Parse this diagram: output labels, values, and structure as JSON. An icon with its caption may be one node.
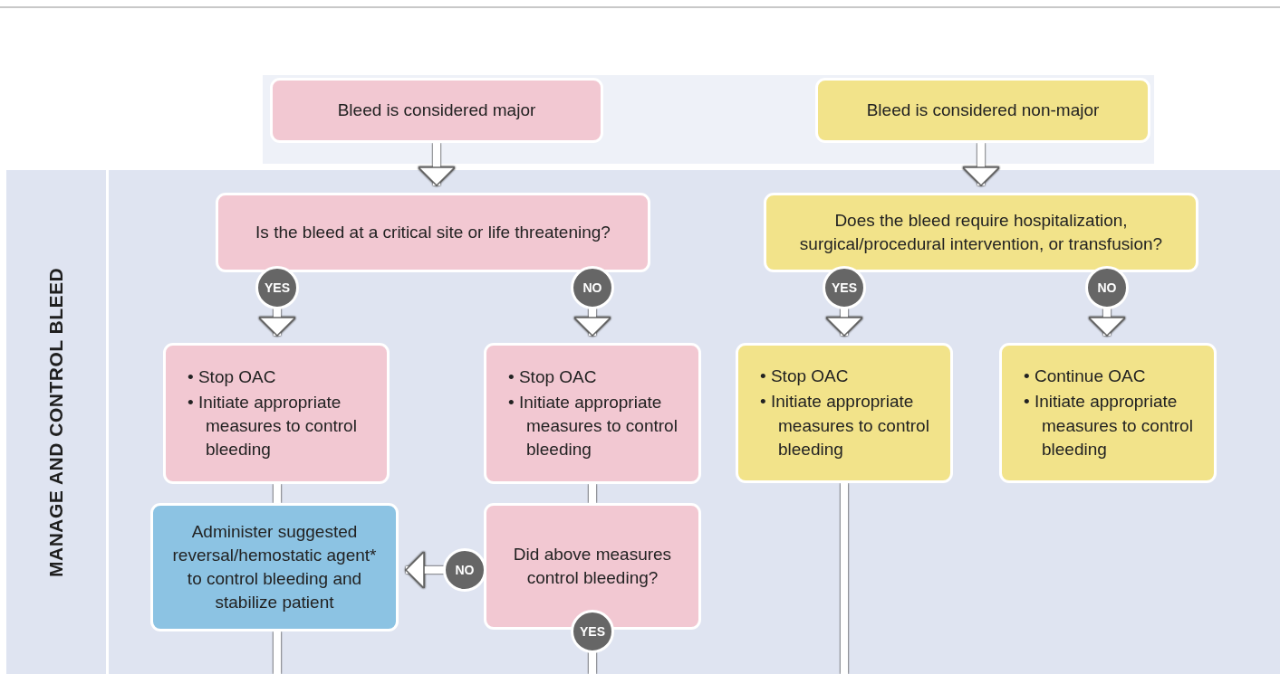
{
  "diagram": {
    "nodes": [
      {
        "text": [
          "Bleed is considered major"
        ]
      },
      {
        "text": [
          "Bleed is considered non-major"
        ]
      },
      {
        "text": [
          "MANAGE AND CONTROL BLEED"
        ]
      },
      {
        "text": [
          "Is the bleed at a critical site or life threatening?"
        ]
      },
      {
        "text": [
          "Does the bleed require hospitalization, surgical/procedural intervention, or transfusion?"
        ]
      },
      {
        "text": [
          "• Stop OAC",
          "• Initiate appropriate measures to control bleeding"
        ]
      },
      {
        "text": [
          "• Stop OAC",
          "• Initiate appropriate measures to control bleeding"
        ]
      },
      {
        "text": [
          "• Stop OAC",
          "• Initiate appropriate measures to control bleeding"
        ]
      },
      {
        "text": [
          "• Continue OAC",
          "• Initiate appropriate measures to control bleeding"
        ]
      },
      {
        "text": [
          "Administer suggested reversal/hemostatic agent* to control bleeding and stabilize patient"
        ]
      },
      {
        "text": [
          "Did above measures control bleeding?"
        ]
      }
    ],
    "edges": [
      {
        "from": 0,
        "to": 3,
        "arrow": "to"
      },
      {
        "from": 1,
        "to": 4,
        "arrow": "to"
      },
      {
        "from": 3,
        "to": 5,
        "arrow": "to",
        "label": "YES"
      },
      {
        "from": 3,
        "to": 6,
        "arrow": "to",
        "label": "NO"
      },
      {
        "from": 4,
        "to": 7,
        "arrow": "to",
        "label": "YES"
      },
      {
        "from": 4,
        "to": 8,
        "arrow": "to",
        "label": "NO"
      },
      {
        "from": 5,
        "to": 9,
        "arrow": "none"
      },
      {
        "from": 6,
        "to": 10,
        "arrow": "none"
      },
      {
        "from": 10,
        "to": 9,
        "arrow": "to",
        "label": "NO"
      },
      {
        "from": 10,
        "to": null,
        "arrow": "none",
        "label": "YES"
      },
      {
        "from": 9,
        "to": null,
        "arrow": "none"
      },
      {
        "from": 7,
        "to": null,
        "arrow": "none"
      }
    ]
  }
}
